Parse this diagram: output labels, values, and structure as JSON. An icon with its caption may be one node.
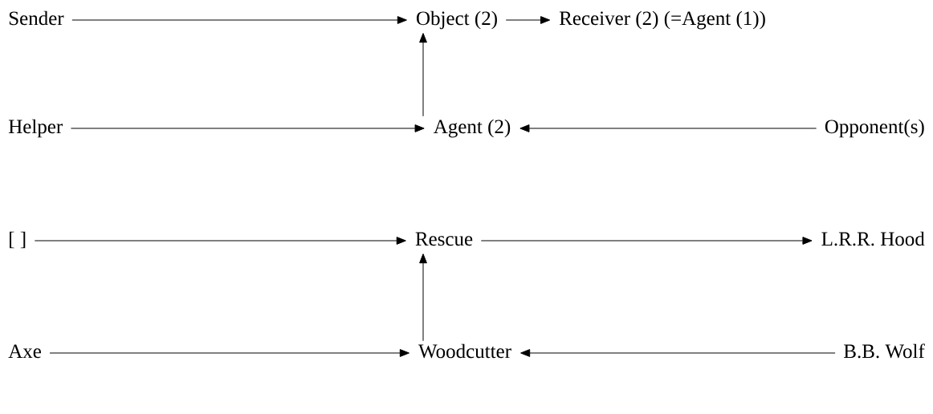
{
  "diagram": {
    "nodes": [
      {
        "text": [
          "Sender"
        ]
      },
      {
        "text": [
          "Object (2)"
        ]
      },
      {
        "text": [
          "Receiver (2) (=Agent (1))"
        ]
      },
      {
        "text": [
          "Helper"
        ]
      },
      {
        "text": [
          "Agent (2)"
        ]
      },
      {
        "text": [
          "Opponent(s)"
        ]
      },
      {
        "text": [
          "[ ]"
        ]
      },
      {
        "text": [
          "Rescue"
        ]
      },
      {
        "text": [
          "L.R.R. Hood"
        ]
      },
      {
        "text": [
          "Axe"
        ]
      },
      {
        "text": [
          "Woodcutter"
        ]
      },
      {
        "text": [
          "B.B. Wolf"
        ]
      }
    ],
    "edges": [
      {
        "from": 0,
        "to": 1,
        "arrow": "to"
      },
      {
        "from": 1,
        "to": 2,
        "arrow": "to"
      },
      {
        "from": 4,
        "to": 1,
        "arrow": "to"
      },
      {
        "from": 3,
        "to": 4,
        "arrow": "to"
      },
      {
        "from": 5,
        "to": 4,
        "arrow": "to"
      },
      {
        "from": 6,
        "to": 7,
        "arrow": "to"
      },
      {
        "from": 7,
        "to": 8,
        "arrow": "to"
      },
      {
        "from": 10,
        "to": 7,
        "arrow": "to"
      },
      {
        "from": 9,
        "to": 10,
        "arrow": "to"
      },
      {
        "from": 11,
        "to": 10,
        "arrow": "to"
      }
    ]
  }
}
